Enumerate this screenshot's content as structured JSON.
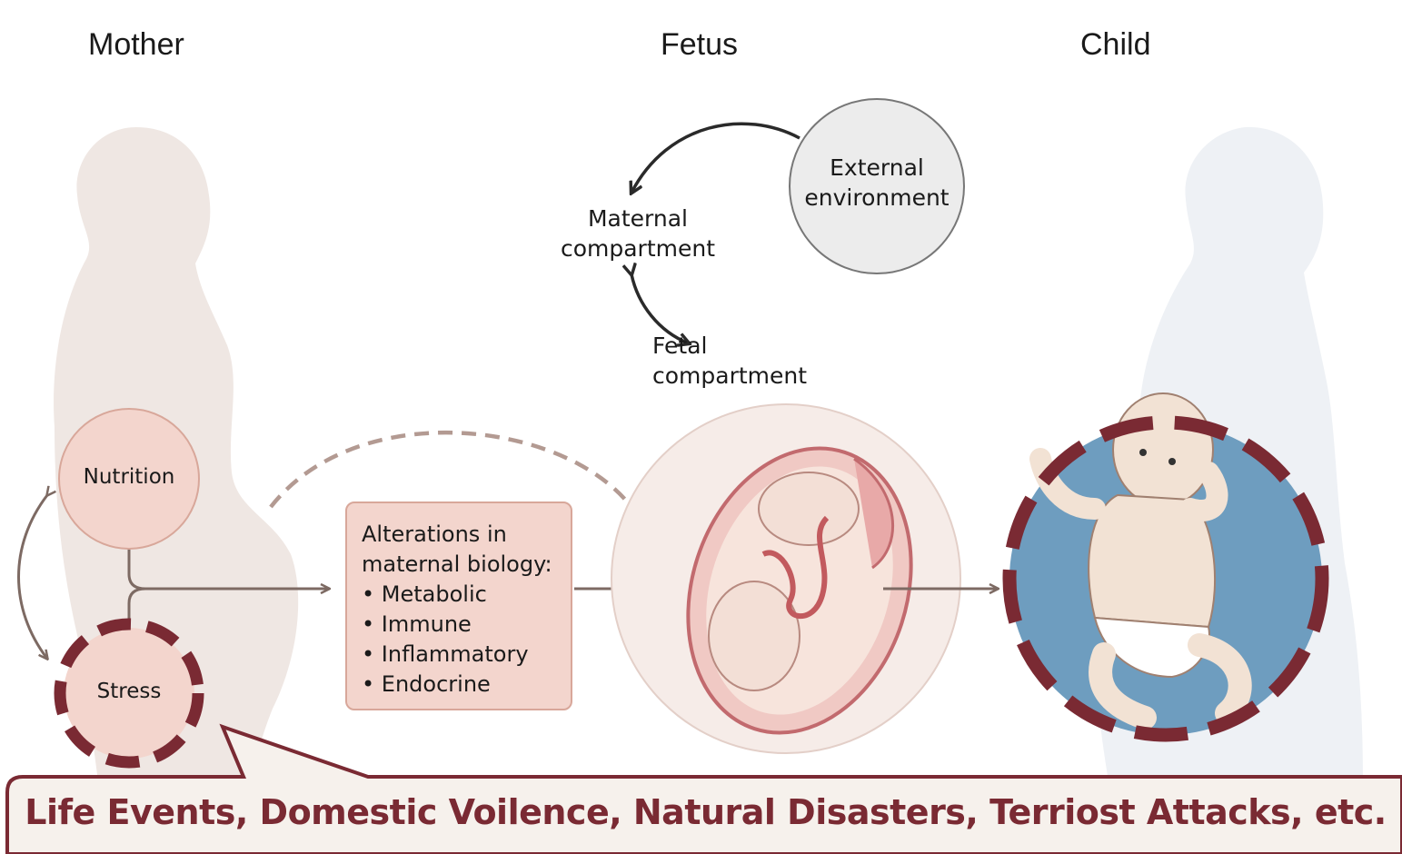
{
  "columns": {
    "mother": "Mother",
    "fetus": "Fetus",
    "child": "Child"
  },
  "cycle": {
    "external": "External\nenvironment",
    "maternal": "Maternal\ncompartment",
    "fetal": "Fetal\ncompartment"
  },
  "mother_factors": {
    "nutrition": "Nutrition",
    "stress": "Stress"
  },
  "alterations": {
    "title_line1": "Alterations in",
    "title_line2": "maternal biology:",
    "items": [
      "Metabolic",
      "Immune",
      "Inflammatory",
      "Endocrine"
    ]
  },
  "callout": "Life Events, Domestic Voilence, Natural Disasters, Terriost Attacks, etc.",
  "colors": {
    "highlight": "#7a2a33",
    "pink_fill": "#f3d5cd",
    "arrow": "#7d6a63",
    "child_circle": "#6e9dbf",
    "silhouette": "#efe7e3"
  }
}
